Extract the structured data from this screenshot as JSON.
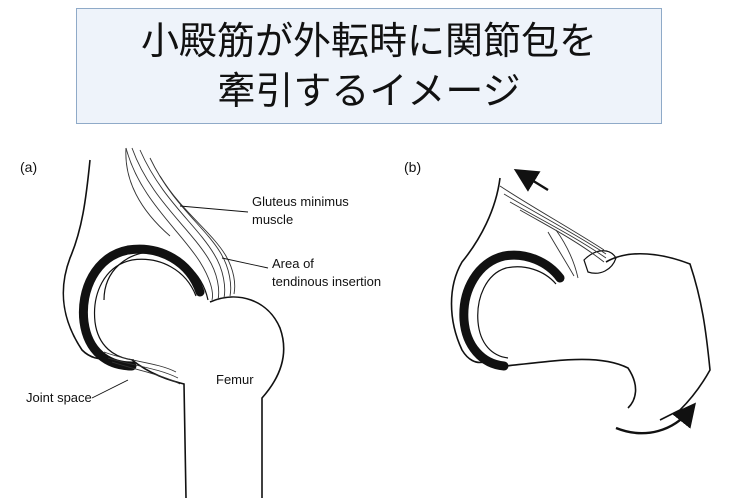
{
  "title": {
    "line1": "小殿筋が外転時に関節包を",
    "line2": "牽引するイメージ"
  },
  "panel_a": {
    "label": "(a)",
    "annotations": {
      "gluteus_line1": "Gluteus minimus",
      "gluteus_line2": "muscle",
      "insertion_line1": "Area of",
      "insertion_line2": "tendinous insertion",
      "joint_space": "Joint space",
      "femur": "Femur"
    }
  },
  "panel_b": {
    "label": "(b)"
  },
  "colors": {
    "title_bg": "#eef3fa",
    "title_border": "#8faac8",
    "ink": "#111111"
  }
}
